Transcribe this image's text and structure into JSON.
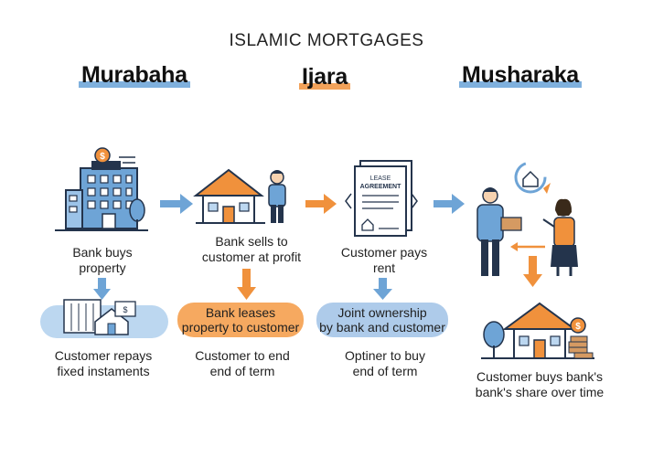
{
  "title": "ISLAMIC MORTGAGES",
  "headings": {
    "murabaha": "Murabaha",
    "ijara": "Ijara",
    "musharaka": "Musharaka"
  },
  "captions": {
    "bank_buys_l1": "Bank buys",
    "bank_buys_l2": "property",
    "bank_sells_l1": "Bank sells to",
    "bank_sells_l2": "customer at profit",
    "customer_pays_l1": "Customer pays",
    "customer_pays_l2": "rent",
    "repays_l1": "Customer repays",
    "repays_l2": "fixed instaments",
    "end_l1": "Customer to end",
    "end_l2": "end of term",
    "option_l1": "Optiner to buy",
    "option_l2": "end of term",
    "buys_share_l1": "Customer buys bank's",
    "buys_share_l2": "bank's share over time"
  },
  "pills": {
    "leases_l1": "Bank leases",
    "leases_l2": "property to customer",
    "joint_l1": "Joint ownership",
    "joint_l2": "by bank and customer"
  },
  "lease_doc": {
    "line1": "LEASE",
    "line2": "AGREEMENT"
  },
  "icons": {
    "bank_building": "bank-building-icon",
    "house": "house-icon",
    "person": "person-icon",
    "lease_document": "lease-document-icon",
    "handshake_people": "people-exchange-icon",
    "money_stack": "coin-stack-icon"
  },
  "colors": {
    "blue": "#6ea4d6",
    "blue_light": "#bcd7f0",
    "orange": "#f0913c",
    "orange_light": "#f6a960",
    "navy": "#24344c"
  }
}
